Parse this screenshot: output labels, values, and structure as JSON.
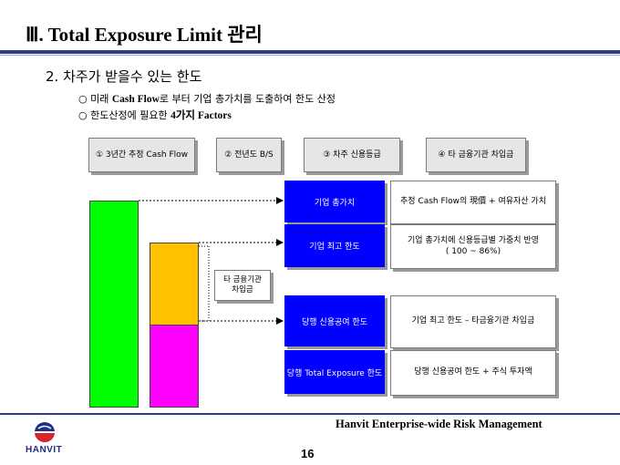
{
  "title": "Ⅲ. Total Exposure Limit 관리",
  "subtitle": "2. 차주가 받을수 있는 한도",
  "bullets": [
    {
      "marker": "○",
      "pre": " 미래 ",
      "bold": "Cash Flow",
      "post": "로 부터 기업 총가치를 도출하여 한도 산정"
    },
    {
      "marker": "○",
      "pre": " 한도산정에 필요한 ",
      "bold": "4가지 Factors",
      "post": ""
    }
  ],
  "factors": [
    "① 3년간 추정 Cash Flow",
    "② 전년도 B/S",
    "③ 차주 신용등급",
    "④ 타 금융기관 차입금"
  ],
  "other_borrowing_label": "타 금융기관\n차입금",
  "limits": [
    {
      "label": "기업 총가치",
      "desc": "추정 Cash Flow의 現價 + 여유자산 가치"
    },
    {
      "label": "기업 최고 한도",
      "desc": "기업 총가치에 신용등급별 가중치 반영",
      "desc2": "( 100 ~ 86%)"
    },
    {
      "label": "당행 신용공여 한도",
      "desc": "기업 최고 한도 – 타금융기관 차입금"
    },
    {
      "label": "당행 Total Exposure 한도",
      "desc": "당행 신용공여 한도 + 주식 투자액"
    }
  ],
  "colors": {
    "green": "#00ff00",
    "orange": "#ffc000",
    "magenta": "#ff00ff",
    "blue": "#0000ff",
    "accent": "#2e3c8c"
  },
  "footer": "Hanvit Enterprise-wide Risk Management",
  "page_number": "16",
  "logo_text": "HANVIT"
}
